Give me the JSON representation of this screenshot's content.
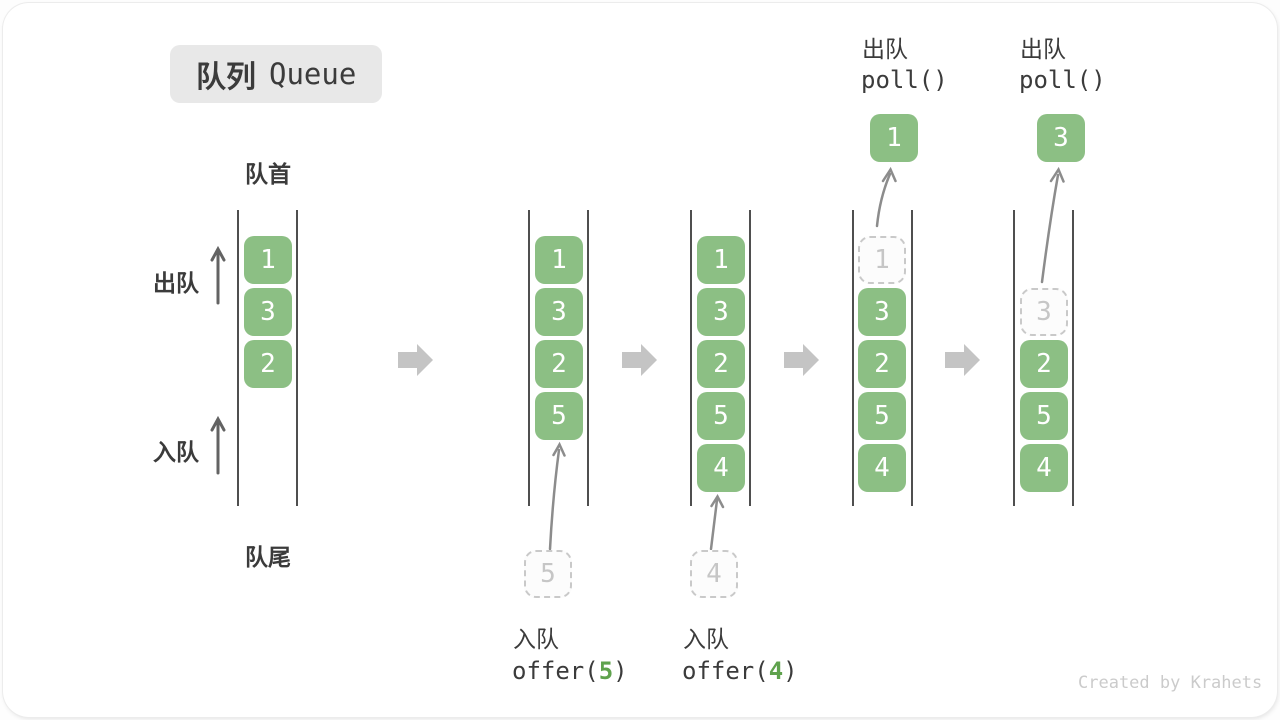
{
  "title": {
    "zh": "队列",
    "en": "Queue"
  },
  "labels": {
    "front": "队首",
    "rear": "队尾",
    "dequeue": "出队",
    "enqueue": "入队"
  },
  "operations": {
    "enqueue5": {
      "action": "入队",
      "fn_open": "offer(",
      "arg": "5",
      "fn_close": ")"
    },
    "enqueue4": {
      "action": "入队",
      "fn_open": "offer(",
      "arg": "4",
      "fn_close": ")"
    },
    "poll1": {
      "action": "出队",
      "fn": "poll()"
    },
    "poll2": {
      "action": "出队",
      "fn": "poll()"
    }
  },
  "states": [
    {
      "queue": [
        "1",
        "3",
        "2"
      ]
    },
    {
      "queue": [
        "1",
        "3",
        "2",
        "5"
      ],
      "incoming": "5"
    },
    {
      "queue": [
        "1",
        "3",
        "2",
        "5",
        "4"
      ],
      "incoming": "4"
    },
    {
      "queue": [
        "3",
        "2",
        "5",
        "4"
      ],
      "removed": "1"
    },
    {
      "queue": [
        "2",
        "5",
        "4"
      ],
      "removed": "3"
    }
  ],
  "watermark": "Created by Krahets",
  "colors": {
    "box_green": "#8cbf84",
    "code_green": "#5fa24d",
    "block_arrow": "#c4c4c4",
    "dashed_gray": "#c9c9c9",
    "column_line": "#4f4f4f",
    "title_bg": "#e8e8e8",
    "text": "#3b3b3b",
    "watermark_gray": "#cbcbcb"
  }
}
